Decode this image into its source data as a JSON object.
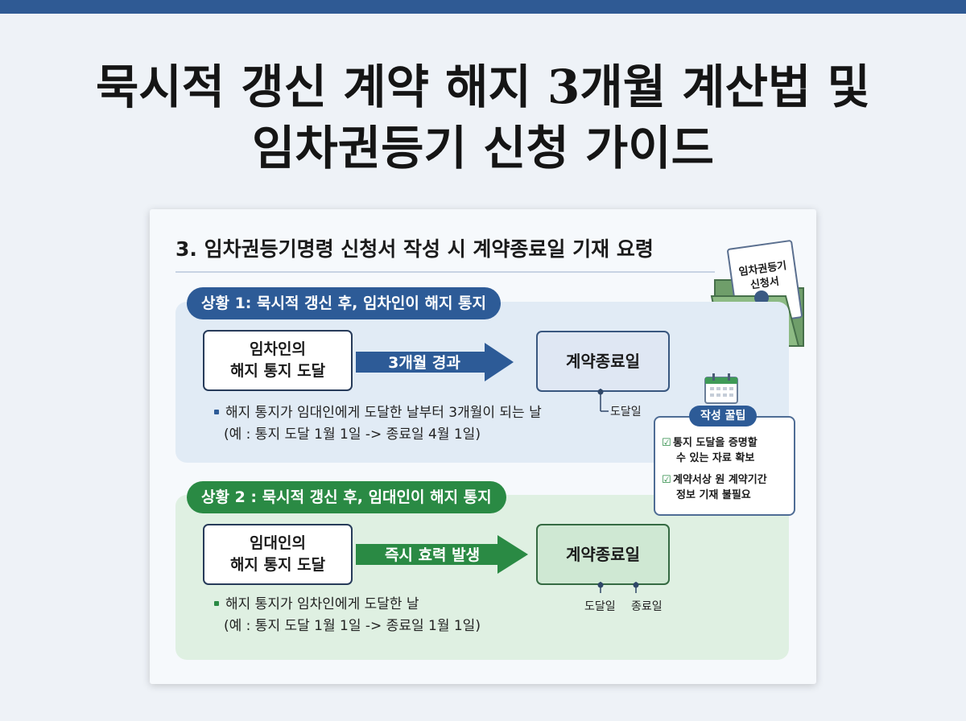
{
  "title": {
    "line1": "묵시적 갱신 계약 해지 3개월 계산법 및",
    "line2": "임차권등기 신청 가이드"
  },
  "card": {
    "heading": "3. 임차권등기명령 신청서 작성 시 계약종료일 기재 요령",
    "folder_label_line1": "임차권등기",
    "folder_label_line2": "신청서",
    "colors": {
      "blue": "#2d5b97",
      "green": "#2a8a44"
    }
  },
  "scenario1": {
    "label": "상황 1: 묵시적 갱신 후, 임차인이 해지 통지",
    "source_box": "임차인의\n해지 통지 도달",
    "arrow_label": "3개월 경과",
    "result_box": "계약종료일",
    "note_line1": "해지 통지가 임대인에게 도달한 날부터 3개월이 되는 날",
    "note_line2": "(예 : 통지 도달 1월 1일 -> 종료일 4월 1일)",
    "tick_label": "도달일"
  },
  "scenario2": {
    "label": "상황 2 : 묵시적 갱신 후, 임대인이 해지 통지",
    "source_box": "임대인의\n해지 통지 도달",
    "arrow_label": "즉시 효력 발생",
    "result_box": "계약종료일",
    "note_line1": "해지 통지가 임차인에게 도달한 날",
    "note_line2": "(예 : 통지 도달 1월 1일 -> 종료일 1월 1일)",
    "tick_label_1": "도달일",
    "tick_label_2": "종료일"
  },
  "tips": {
    "heading": "작성 꿀팁",
    "items": [
      {
        "line1": "통지 도달을 증명할",
        "line2": "수 있는 자료 확보"
      },
      {
        "line1": "계약서상 원 계약기간",
        "line2": "정보 기재 불필요"
      }
    ]
  }
}
